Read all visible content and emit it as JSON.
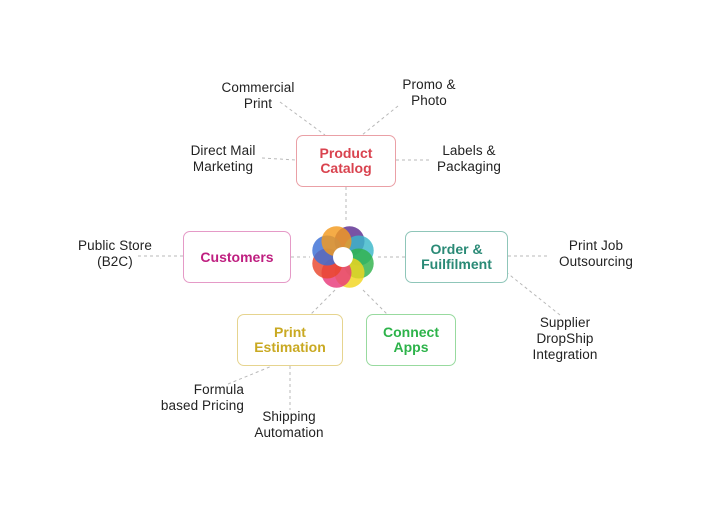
{
  "nodes": {
    "product_catalog": {
      "label": "Product\nCatalog",
      "color": "#d9434f",
      "border": "#eaa0a6"
    },
    "customers": {
      "label": "Customers",
      "color": "#bf1f80",
      "border": "#e59ac7"
    },
    "order_fulfilment": {
      "label": "Order &\nFuilfilment",
      "color": "#2a8a76",
      "border": "#8fc6b9"
    },
    "print_estimation": {
      "label": "Print\nEstimation",
      "color": "#c9a922",
      "border": "#e6d48f"
    },
    "connect_apps": {
      "label": "Connect\nApps",
      "color": "#2db34a",
      "border": "#98da9f"
    }
  },
  "labels": {
    "commercial_print": "Commercial\nPrint",
    "promo_photo": "Promo &\nPhoto",
    "direct_mail": "Direct Mail\nMarketing",
    "labels_packaging": "Labels &\nPackaging",
    "public_store": "Public Store\n(B2C)",
    "print_job_outsourcing": "Print Job\nOutsourcing",
    "supplier_dropship": "Supplier\nDropShip\nIntegration",
    "formula_pricing": "Formula\nbased Pricing",
    "shipping_automation": "Shipping\nAutomation"
  },
  "logo": {
    "icon": "flower-logo",
    "petal_colors": [
      "#5b2d90",
      "#3ab7c9",
      "#2fb24a",
      "#f2d51f",
      "#e8397a",
      "#e9462c",
      "#3b6fd6",
      "#f39a1e"
    ]
  },
  "connector_color": "#b9b9b9"
}
